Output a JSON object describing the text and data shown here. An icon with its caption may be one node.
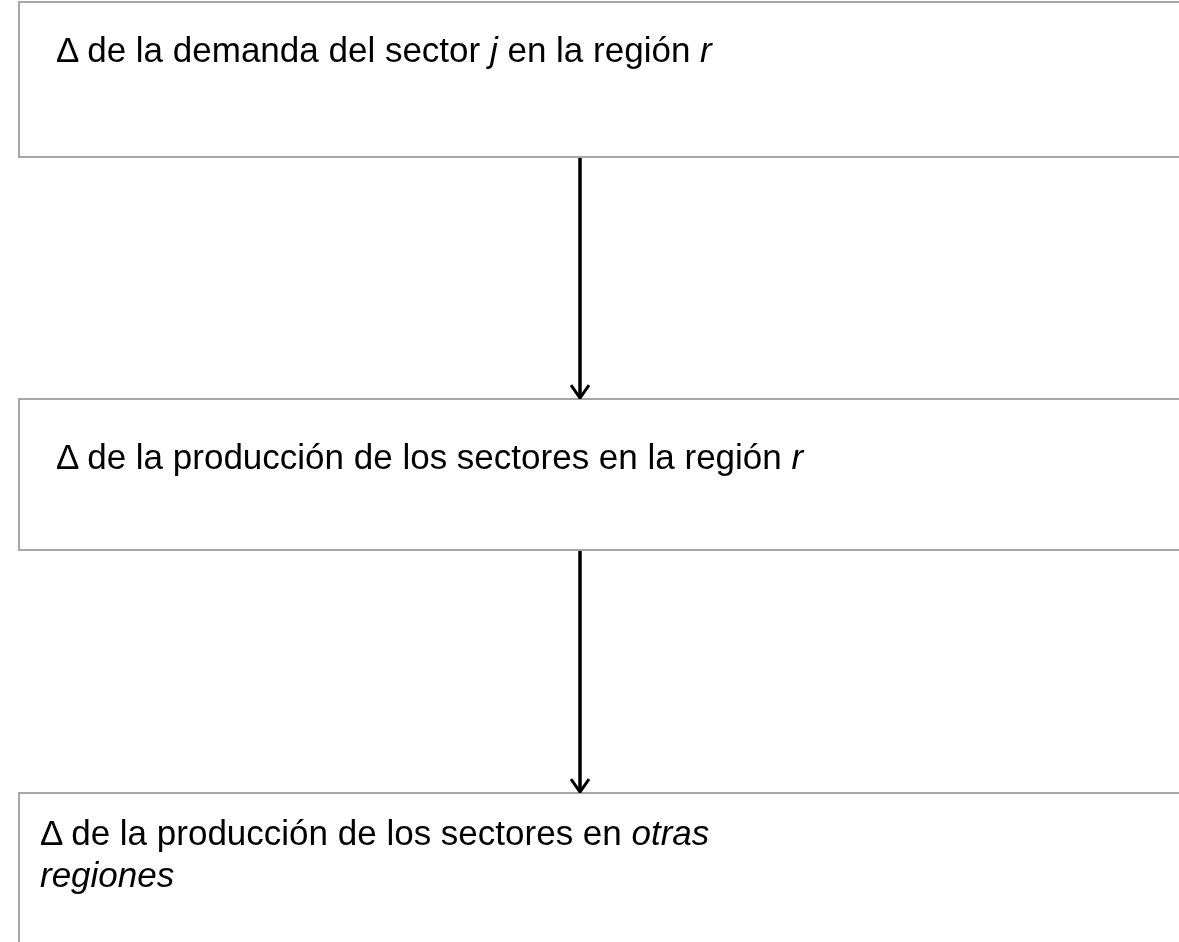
{
  "diagram": {
    "nodes": [
      {
        "text": [
          "Δ de la demanda del sector *j* en la región *r*"
        ]
      },
      {
        "text": [
          "Δ de la producción de los sectores en la región *r*"
        ]
      },
      {
        "text": [
          "Δ de la producción de los sectores en *otras regiones*"
        ]
      }
    ],
    "edges": [
      {
        "from": 0,
        "to": 1,
        "arrow": "to"
      },
      {
        "from": 1,
        "to": 2,
        "arrow": "to"
      }
    ]
  }
}
